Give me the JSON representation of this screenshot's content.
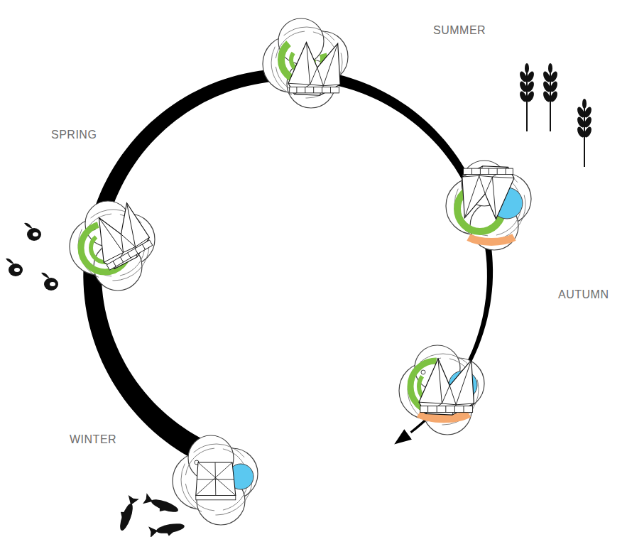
{
  "diagram": {
    "labels": [
      "SUMMER",
      "AUTUMN",
      "WINTER",
      "SPRING"
    ]
  }
}
